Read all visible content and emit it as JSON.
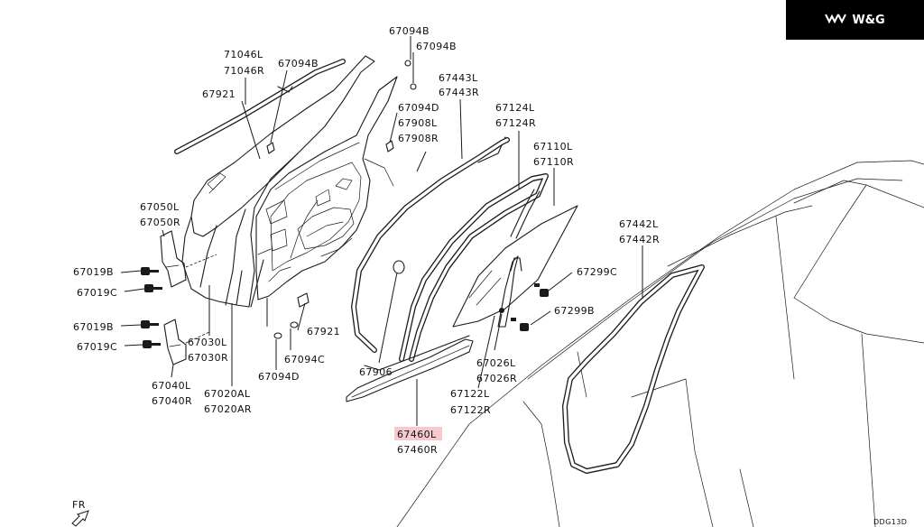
{
  "logo": {
    "text": "W&G"
  },
  "colors": {
    "highlight": "#f6c9cf",
    "line": "#1a1a1a",
    "logo_bg": "#000000"
  },
  "labels": {
    "p67094b_a": "67094B",
    "p67094b_b": "67094B",
    "p67094b_c": "67094B",
    "p71046l": "71046L",
    "p71046r": "71046R",
    "p67443l": "67443L",
    "p67443r": "67443R",
    "p67921_a": "67921",
    "p67094d_a": "67094D",
    "p67908l": "67908L",
    "p67908r": "67908R",
    "p67124l": "67124L",
    "p67124r": "67124R",
    "p67110l": "67110L",
    "p67110r": "67110R",
    "p67050l": "67050L",
    "p67050r": "67050R",
    "p67442l": "67442L",
    "p67442r": "67442R",
    "p67019b_a": "67019B",
    "p67019c_a": "67019C",
    "p67299c": "67299C",
    "p67299b": "67299B",
    "p67019b_b": "67019B",
    "p67019c_b": "67019C",
    "p67921_b": "67921",
    "p67030l": "67030L",
    "p67030r": "67030R",
    "p67094c": "67094C",
    "p67906": "67906",
    "p67026l": "67026L",
    "p67026r": "67026R",
    "p67040l": "67040L",
    "p67040r": "67040R",
    "p67094d_b": "67094D",
    "p67020al": "67020AL",
    "p67020ar": "67020AR",
    "p67122l": "67122L",
    "p67122r": "67122R",
    "p67460l": "67460L",
    "p67460r": "67460R",
    "fr": "FR",
    "diagram_code": "DDG13D"
  }
}
